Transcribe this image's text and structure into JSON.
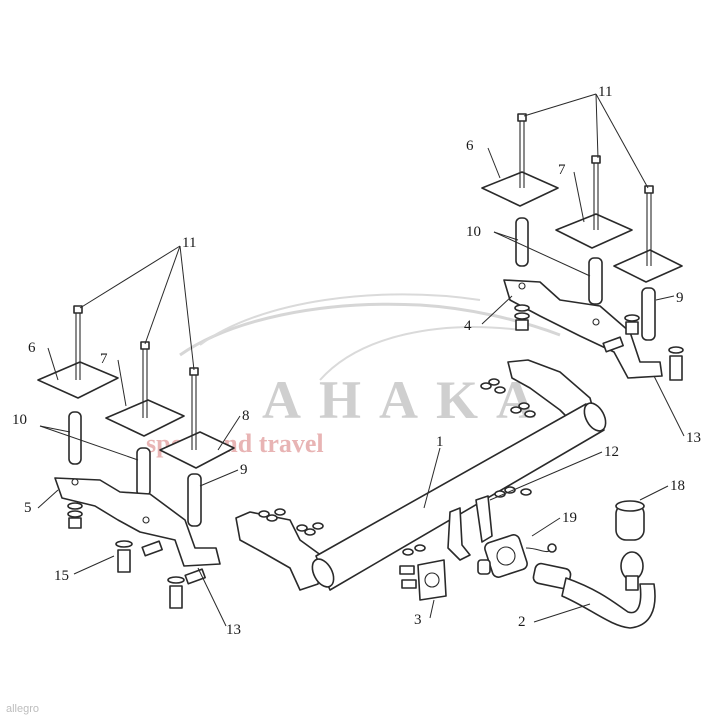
{
  "watermark": {
    "brand": "AHAKA",
    "tagline": "sport and travel"
  },
  "credit": "allegro",
  "callouts": {
    "c1": "1",
    "c2": "2",
    "c3": "3",
    "c4": "4",
    "c5": "5",
    "c6_left": "6",
    "c6_right": "6",
    "c7_left": "7",
    "c7_right": "7",
    "c8": "8",
    "c9_left": "9",
    "c9_right": "9",
    "c10_left": "10",
    "c10_right": "10",
    "c11_left": "11",
    "c11_right": "11",
    "c12": "12",
    "c13_left": "13",
    "c13_right": "13",
    "c15": "15",
    "c18": "18",
    "c19": "19"
  },
  "colors": {
    "line": "#2a2a2a",
    "watermark_gray": "#cfcfcf",
    "watermark_red": "#e8b4b4"
  }
}
